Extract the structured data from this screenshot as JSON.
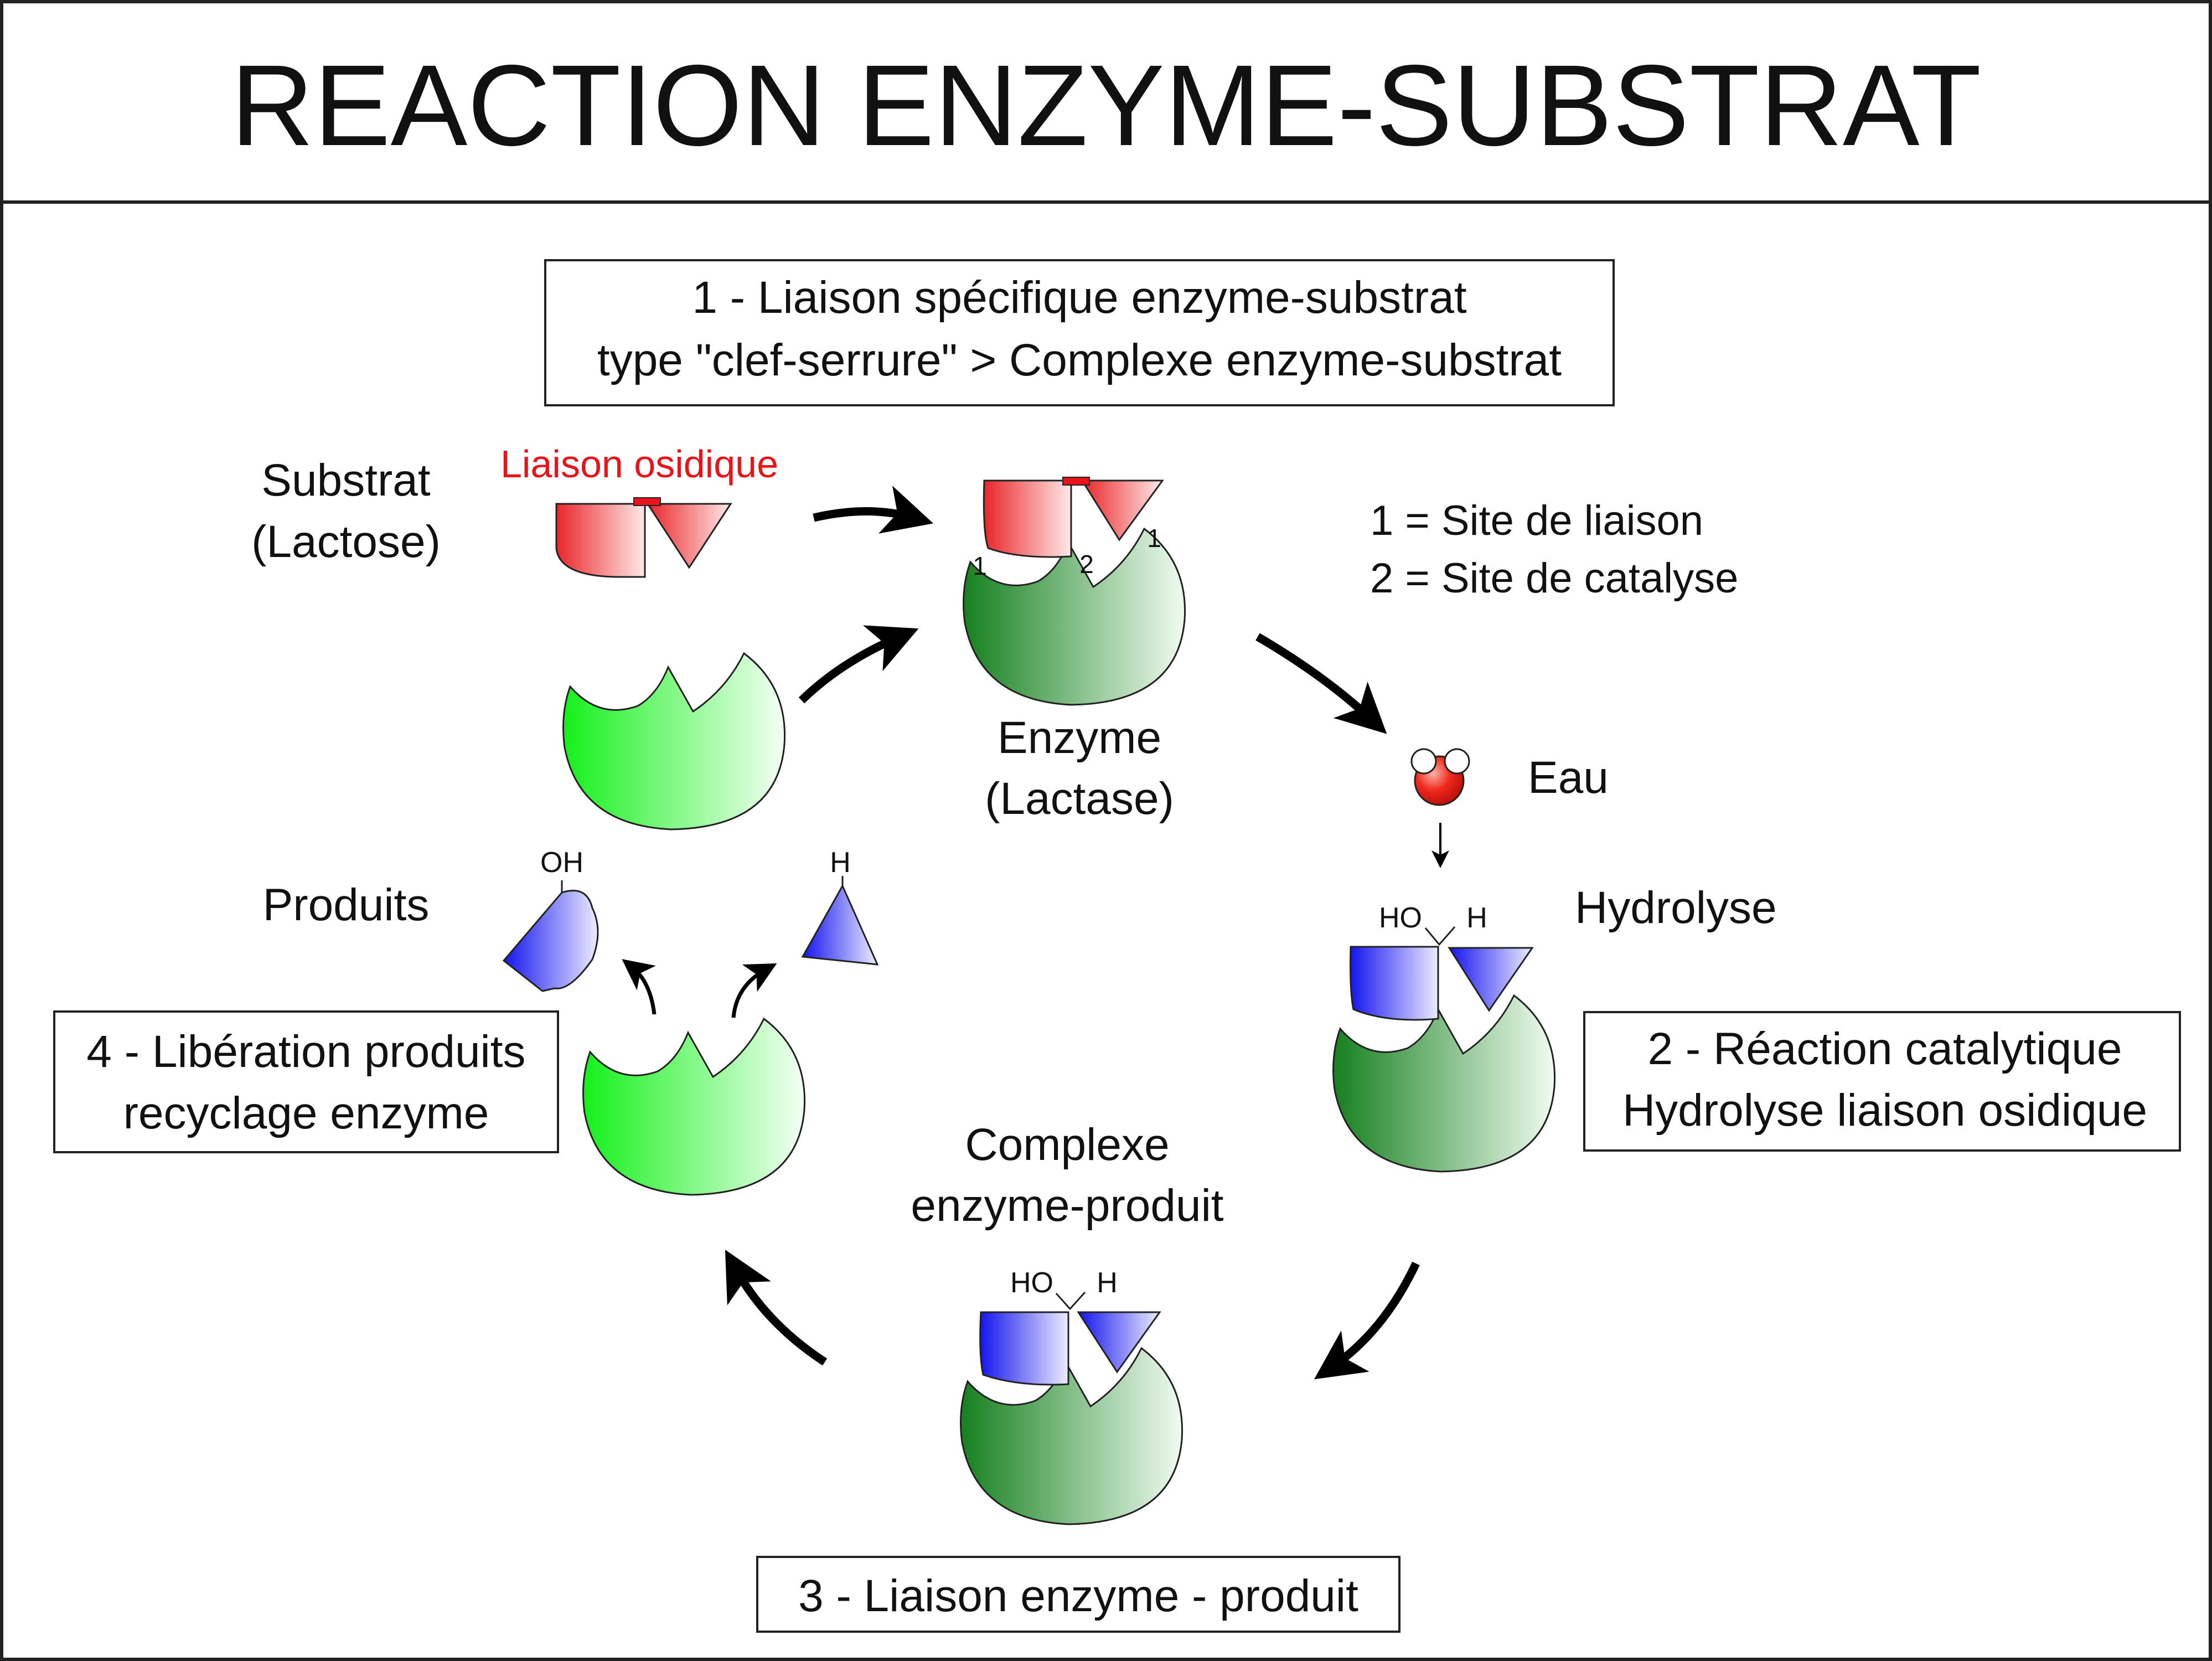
{
  "title": "REACTION ENZYME-SUBSTRAT",
  "steps": {
    "step1": {
      "line1": "1 - Liaison spécifique enzyme-substrat",
      "line2": "type \"clef-serrure\" > Complexe enzyme-substrat"
    },
    "step2": {
      "line1": "2 - Réaction catalytique",
      "line2": "Hydrolyse liaison osidique"
    },
    "step3": {
      "line1": "3 - Liaison enzyme - produit"
    },
    "step4": {
      "line1": "4 - Libération produits",
      "line2": "recyclage enzyme"
    }
  },
  "labels": {
    "substrat_line1": "Substrat",
    "substrat_line2": "(Lactose)",
    "liaison_osidique": "Liaison osidique",
    "enzyme_line1": "Enzyme",
    "enzyme_line2": "(Lactase)",
    "legend_site1": "1 = Site de liaison",
    "legend_site2": "2 = Site de catalyse",
    "eau": "Eau",
    "hydrolyse": "Hydrolyse",
    "complexe_line1": "Complexe",
    "complexe_line2": "enzyme-produit",
    "produits": "Produits"
  },
  "site_markers": {
    "site1": "1",
    "site2": "2"
  },
  "chem": {
    "ho": "HO",
    "h": "H",
    "oh": "OH"
  },
  "colors": {
    "substrate_red": "#e8262a",
    "enzyme_green_dark": "#16801f",
    "enzyme_green_bright": "#15f01c",
    "product_blue": "#1515ee",
    "liaison_text": "#e8141a"
  }
}
